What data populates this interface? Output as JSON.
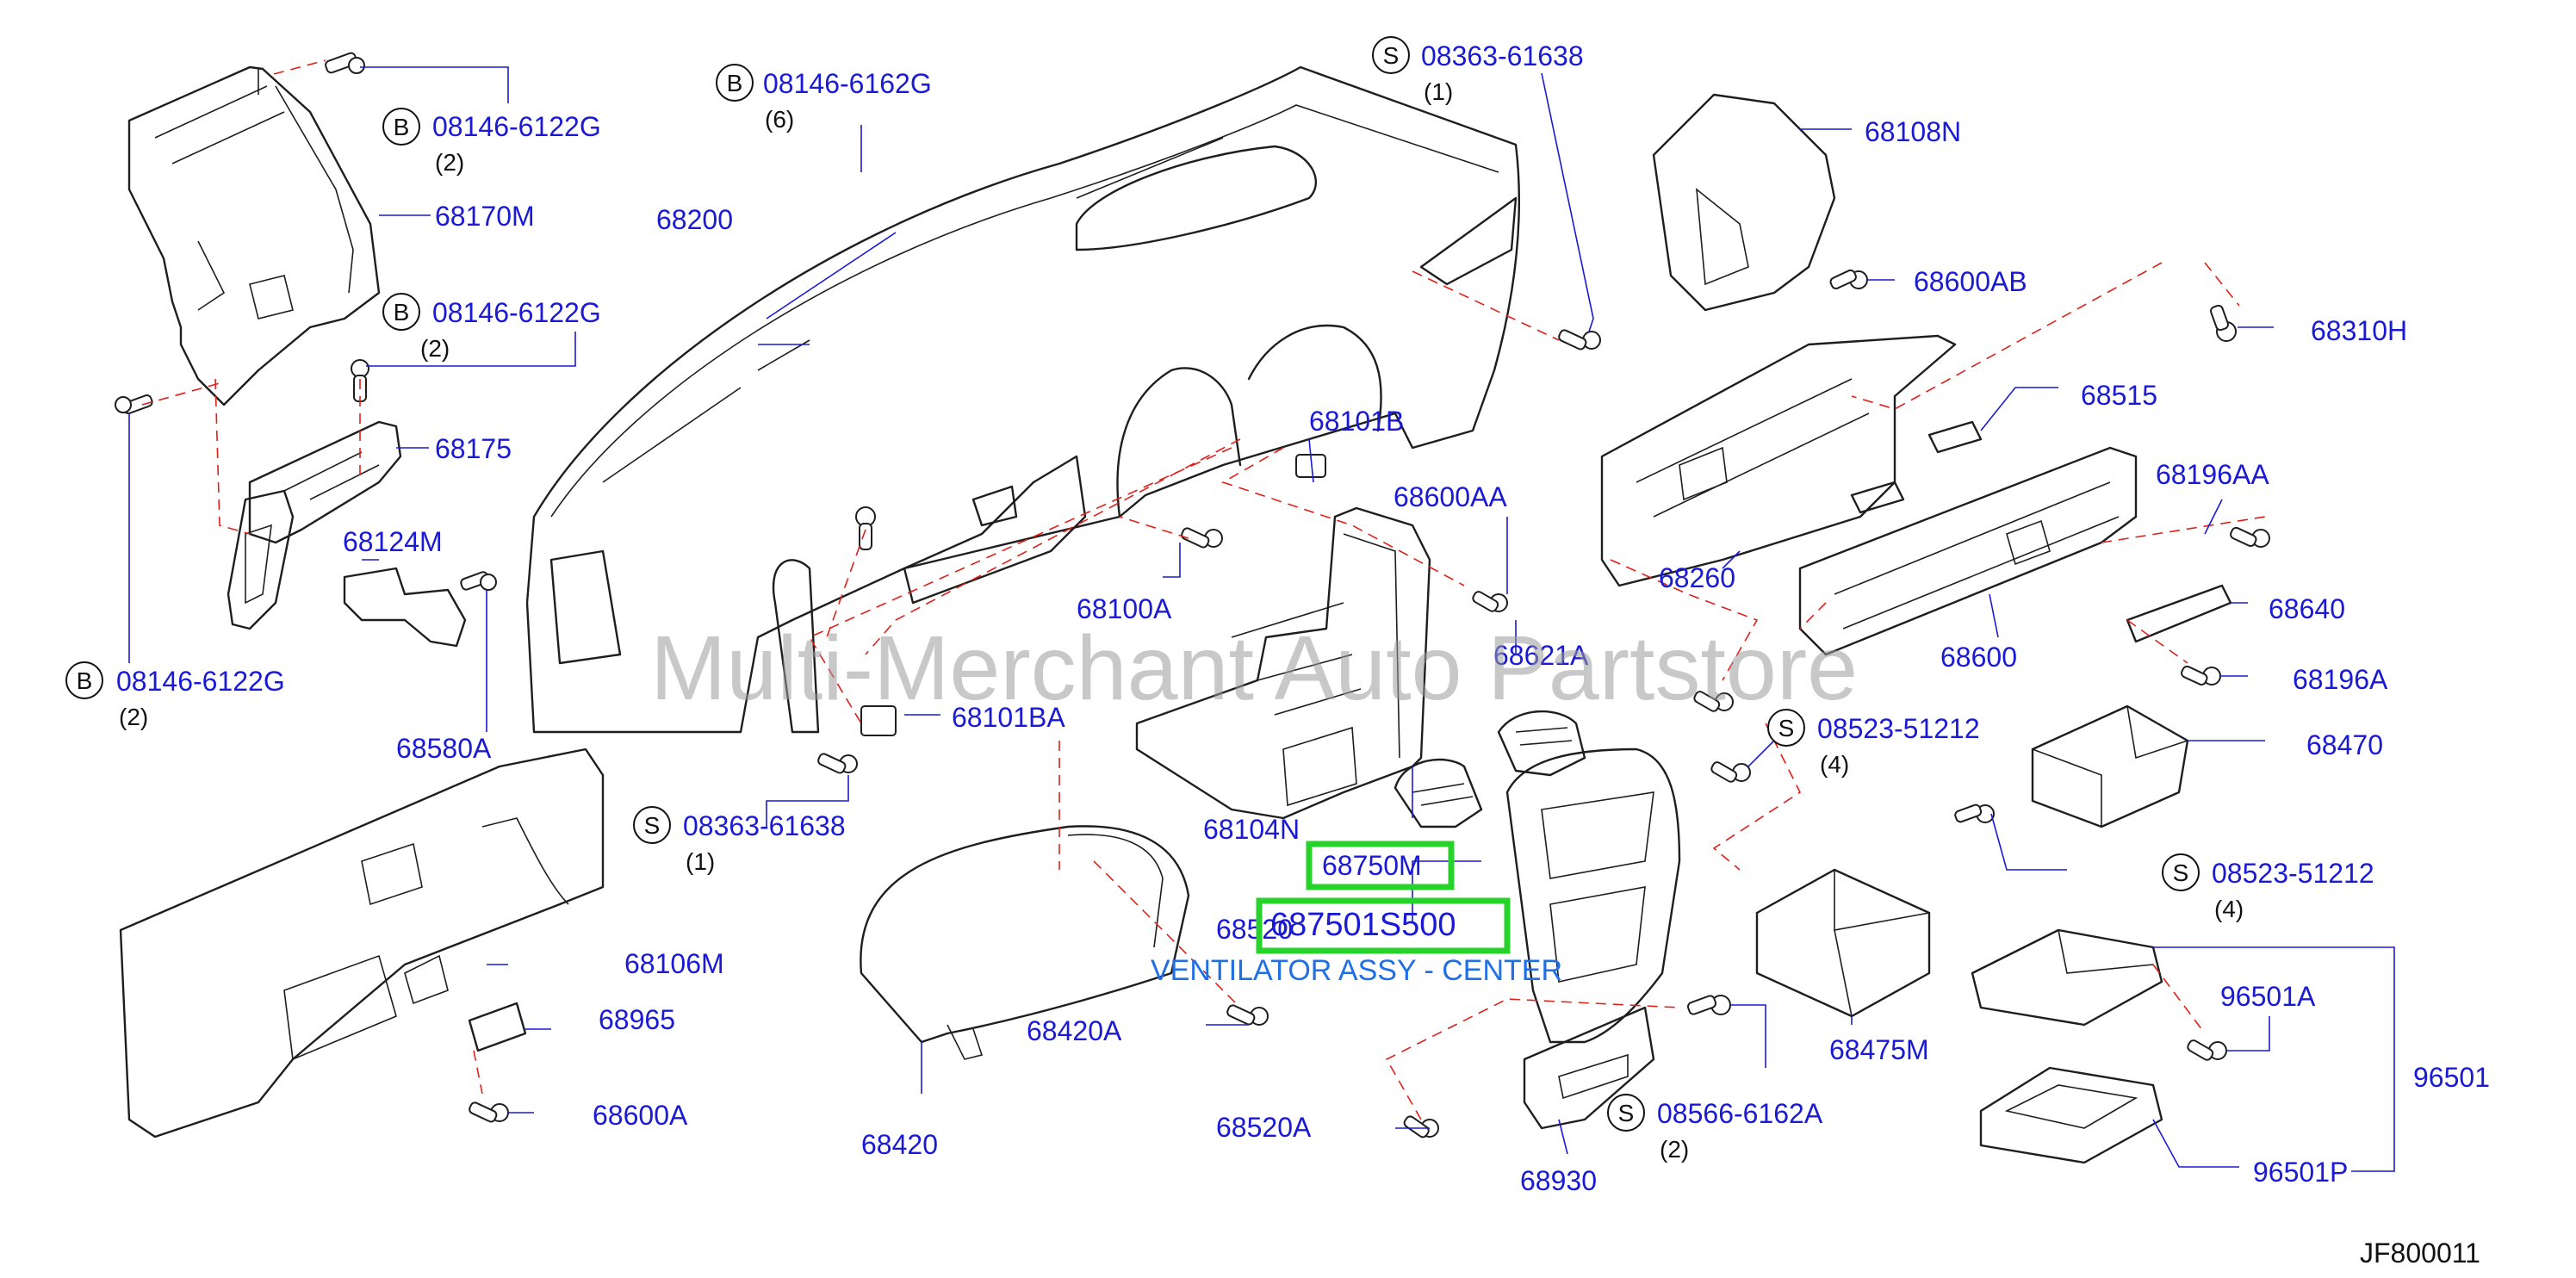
{
  "labels": {
    "p68200": "68200",
    "p68170M": "68170M",
    "p68175": "68175",
    "p68124M": "68124M",
    "p68580A": "68580A",
    "p68106M": "68106M",
    "p68965": "68965",
    "p68600A": "68600A",
    "p68101B": "68101B",
    "p68101BA": "68101BA",
    "p68100A": "68100A",
    "p68600AA": "68600AA",
    "p68621A": "68621A",
    "p68104N": "68104N",
    "p68750M": "68750M",
    "p68750S": "687501S500",
    "p68520": "68520",
    "p68420A": "68420A",
    "p68420": "68420",
    "p68520A": "68520A",
    "p68930": "68930",
    "p68108N": "68108N",
    "p68600AB": "68600AB",
    "p68310H": "68310H",
    "p68515": "68515",
    "p68260": "68260",
    "p68600": "68600",
    "p68196AA": "68196AA",
    "p68640": "68640",
    "p68196A": "68196A",
    "p68470": "68470",
    "p68475M": "68475M",
    "p96501A": "96501A",
    "p96501": "96501",
    "p96501P": "96501P"
  },
  "fasteners": {
    "b1": {
      "letter": "B",
      "code": "08146-6122G",
      "qty": "(2)"
    },
    "b2": {
      "letter": "B",
      "code": "08146-6162G",
      "qty": "(6)"
    },
    "b3": {
      "letter": "B",
      "code": "08146-6122G",
      "qty": "(2)"
    },
    "b4": {
      "letter": "B",
      "code": "08146-6122G",
      "qty": "(2)"
    },
    "s1": {
      "letter": "S",
      "code": "08363-61638",
      "qty": "(1)"
    },
    "s2": {
      "letter": "S",
      "code": "08363-61638",
      "qty": "(1)"
    },
    "s3": {
      "letter": "S",
      "code": "08523-51212",
      "qty": "(4)"
    },
    "s4": {
      "letter": "S",
      "code": "08523-51212",
      "qty": "(4)"
    },
    "s5": {
      "letter": "S",
      "code": "08566-6162A",
      "qty": "(2)"
    }
  },
  "description": "VENTILATOR ASSY - CENTER",
  "watermark": "Multi-Merchant Auto Partstore",
  "diagram_code": "JF800011",
  "colors": {
    "label": "#1a1ad6",
    "leader": "#1a1ad6",
    "dashed": "#e0201a",
    "highlight": "#27d22a",
    "outline": "#1e1e1e"
  }
}
